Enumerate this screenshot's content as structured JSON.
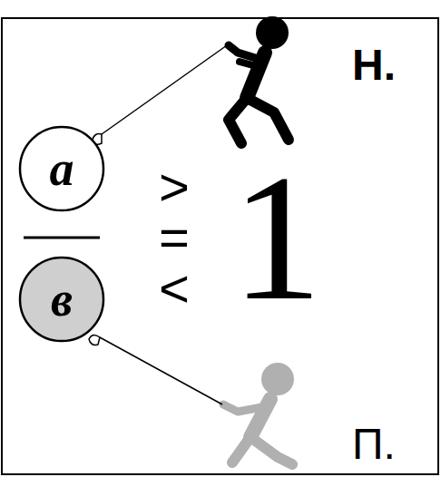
{
  "diagram": {
    "nodes": [
      {
        "text": [
          "a"
        ]
      },
      {
        "text": [
          "в"
        ]
      }
    ],
    "labels": [
      ">",
      "=",
      "<",
      "1",
      "Н.",
      "П."
    ]
  }
}
